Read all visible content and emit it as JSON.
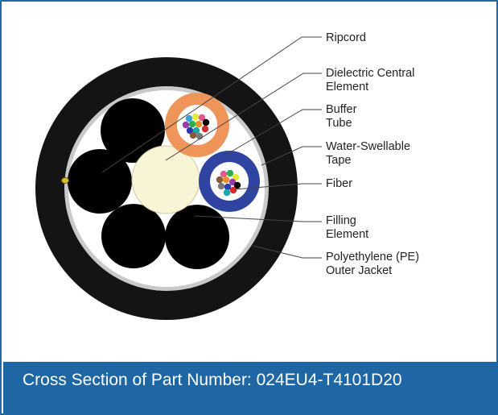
{
  "labels": {
    "ripcord": "Ripcord",
    "dielectric_l1": "Dielectric Central",
    "dielectric_l2": "Element",
    "buffer_l1": "Buffer",
    "buffer_l2": "Tube",
    "tape_l1": "Water-Swellable",
    "tape_l2": "Tape",
    "fiber": "Fiber",
    "filling_l1": "Filling",
    "filling_l2": "Element",
    "jacket_l1": "Polyethylene (PE)",
    "jacket_l2": "Outer Jacket"
  },
  "caption": "Cross Section of Part Number: 024EU4-T4101D20",
  "colors": {
    "frame_border": "#2368a6",
    "caption_bg": "#1f67a4",
    "jacket": "#141414",
    "filling": "#000000",
    "central_element": "#f7f5d6",
    "buffer_tube_orange": "#f0955a",
    "buffer_tube_blue": "#2e44a0",
    "tape": "#c8c8c8"
  }
}
